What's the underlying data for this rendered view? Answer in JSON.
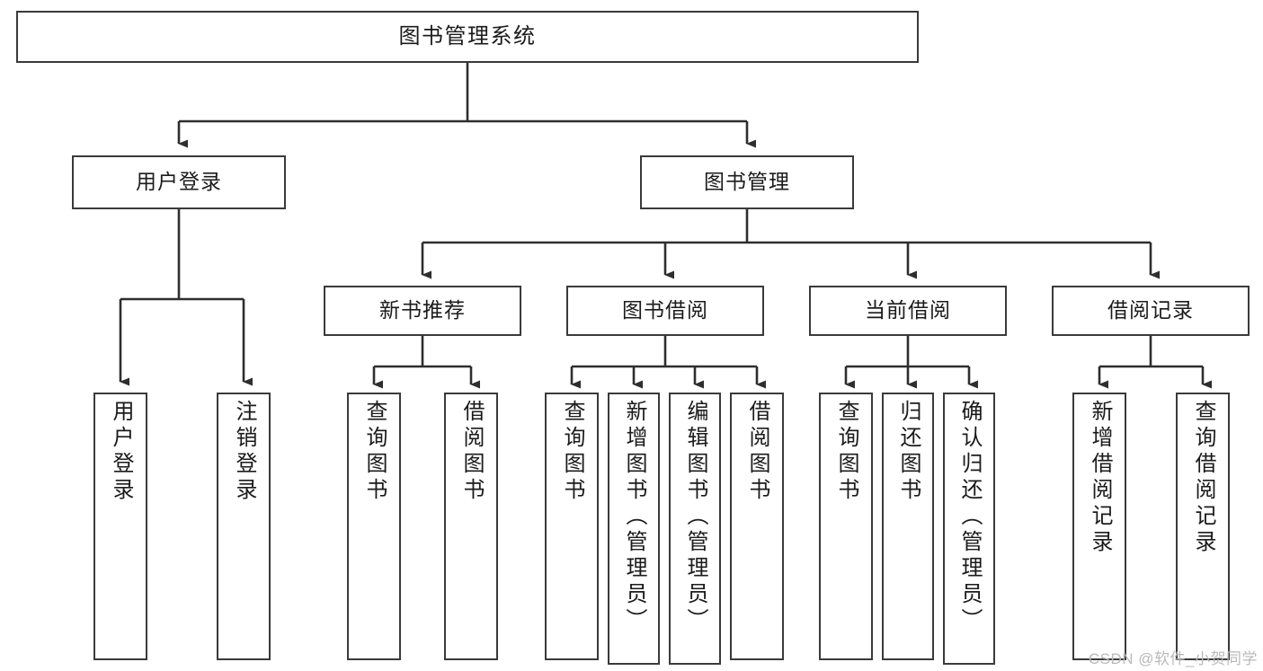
{
  "diagram": {
    "title": "图书管理系统",
    "type": "tree-hierarchy",
    "watermark": "CSDN @软件_小贺同学",
    "colors": {
      "stroke": "#3a3a3a",
      "fill": "#ffffff",
      "text": "#1b1b1b",
      "watermark": "#b9b9b9"
    },
    "levels": {
      "root": {
        "label": "图书管理系统"
      },
      "level2": [
        {
          "label": "用户登录"
        },
        {
          "label": "图书管理"
        }
      ],
      "level3": [
        {
          "label": "新书推荐"
        },
        {
          "label": "图书借阅"
        },
        {
          "label": "当前借阅"
        },
        {
          "label": "借阅记录"
        }
      ],
      "leaves": [
        {
          "label": "用户登录"
        },
        {
          "label": "注销登录"
        },
        {
          "label": "查询图书"
        },
        {
          "label": "借阅图书"
        },
        {
          "label": "查询图书"
        },
        {
          "label": "新增图书（管理员）"
        },
        {
          "label": "编辑图书（管理员）"
        },
        {
          "label": "借阅图书"
        },
        {
          "label": "查询图书"
        },
        {
          "label": "归还图书"
        },
        {
          "label": "确认归还（管理员）"
        },
        {
          "label": "新增借阅记录"
        },
        {
          "label": "查询借阅记录"
        }
      ]
    },
    "groups": [
      {
        "parent": "用户登录",
        "children": [
          "用户登录",
          "注销登录"
        ]
      },
      {
        "parent": "新书推荐",
        "children": [
          "查询图书",
          "借阅图书"
        ]
      },
      {
        "parent": "图书借阅",
        "children": [
          "查询图书",
          "新增图书（管理员）",
          "编辑图书（管理员）",
          "借阅图书"
        ]
      },
      {
        "parent": "当前借阅",
        "children": [
          "查询图书",
          "归还图书",
          "确认归还（管理员）"
        ]
      },
      {
        "parent": "借阅记录",
        "children": [
          "新增借阅记录",
          "查询借阅记录"
        ]
      }
    ]
  }
}
